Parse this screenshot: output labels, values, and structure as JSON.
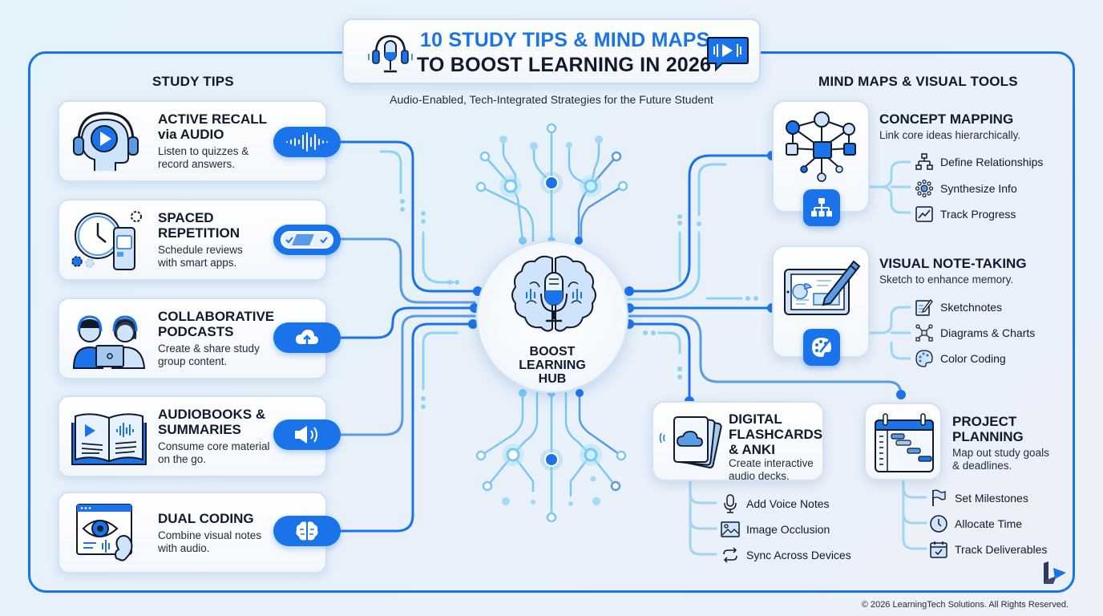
{
  "title": {
    "line1": "10 STUDY TIPS & MIND MAPS",
    "line2": "TO BOOST LEARNING IN 2026",
    "subtitle": "Audio-Enabled, Tech-Integrated Strategies for the Future Student",
    "left_icon": "headphones-microphone-icon",
    "right_icon": "audio-play-chat-icon"
  },
  "study_tips": {
    "heading": "STUDY TIPS",
    "items": [
      {
        "title_line1": "ACTIVE RECALL",
        "title_line2": "via AUDIO",
        "desc_line1": "Listen to quizzes &",
        "desc_line2": "record answers.",
        "icon": "head-headphones-play-icon",
        "pill_icon": "sound-wave-icon"
      },
      {
        "title_line1": "SPACED",
        "title_line2": "REPETITION",
        "desc_line1": "Schedule reviews",
        "desc_line2": "with smart apps.",
        "icon": "clock-phone-calendar-icon",
        "pill_icon": "progress-toggle-icon"
      },
      {
        "title_line1": "COLLABORATIVE",
        "title_line2": "PODCASTS",
        "desc_line1": "Create & share study",
        "desc_line2": "group content.",
        "icon": "two-people-headsets-laptop-icon",
        "pill_icon": "cloud-upload-icon"
      },
      {
        "title_line1": "AUDIOBOOKS &",
        "title_line2": "SUMMARIES",
        "desc_line1": "Consume core material",
        "desc_line2": "on the go.",
        "icon": "open-book-audio-icon",
        "pill_icon": "speaker-icon"
      },
      {
        "title_line1": "DUAL CODING",
        "title_line2": "",
        "desc_line1": "Combine visual notes",
        "desc_line2": "with audio.",
        "icon": "eye-ear-window-icon",
        "pill_icon": "brain-icon"
      }
    ]
  },
  "hub": {
    "line1": "BOOST",
    "line2": "LEARNING",
    "line3": "HUB",
    "icon": "brain-microphone-icon"
  },
  "mind_maps": {
    "heading": "MIND MAPS & VISUAL TOOLS",
    "concept_mapping": {
      "title": "CONCEPT MAPPING",
      "desc": "Link core ideas hierarchically.",
      "subitems": [
        {
          "label": "Define Relationships",
          "icon": "hierarchy-icon"
        },
        {
          "label": "Synthesize Info",
          "icon": "network-cluster-icon"
        },
        {
          "label": "Track Progress",
          "icon": "trend-chart-icon"
        }
      ]
    },
    "visual_note_taking": {
      "title": "VISUAL NOTE-TAKING",
      "desc": "Sketch to enhance memory.",
      "subitems": [
        {
          "label": "Sketchnotes",
          "icon": "notepad-pencil-icon"
        },
        {
          "label": "Diagrams & Charts",
          "icon": "diagram-nodes-icon"
        },
        {
          "label": "Color Coding",
          "icon": "palette-icon"
        }
      ]
    },
    "flashcards": {
      "title_line1": "DIGITAL",
      "title_line2": "FLASHCARDS",
      "title_line3": "& ANKI",
      "desc_line1": "Create interactive",
      "desc_line2": "audio decks.",
      "subitems": [
        {
          "label": "Add Voice Notes",
          "icon": "microphone-icon"
        },
        {
          "label": "Image Occlusion",
          "icon": "image-icon"
        },
        {
          "label": "Sync Across Devices",
          "icon": "sync-arrows-icon"
        }
      ]
    },
    "project_planning": {
      "title_line1": "PROJECT",
      "title_line2": "PLANNING",
      "desc_line1": "Map out study goals",
      "desc_line2": "& deadlines.",
      "subitems": [
        {
          "label": "Set Milestones",
          "icon": "flag-icon"
        },
        {
          "label": "Allocate Time",
          "icon": "clock-icon"
        },
        {
          "label": "Track Deliverables",
          "icon": "calendar-check-icon"
        }
      ]
    }
  },
  "footer": "© 2026 LearningTech Solutions. All Rights Reserved.",
  "colors": {
    "accent": "#1a73e8",
    "light_accent": "#7cc8f0",
    "dark_text": "#0f1b2d",
    "background": "#e6f1fa"
  }
}
